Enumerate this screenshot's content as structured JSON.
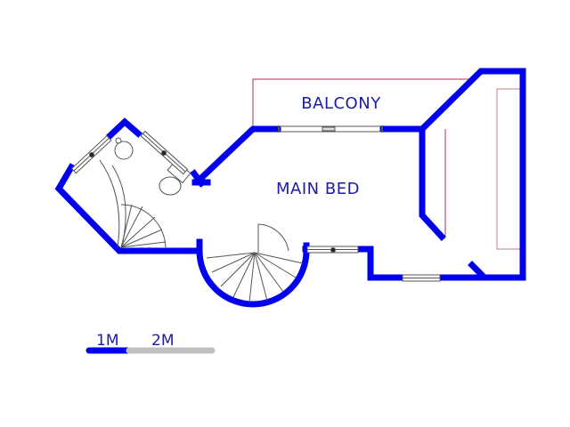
{
  "plan": {
    "rooms": [
      {
        "id": "balcony",
        "label": "BALCONY"
      },
      {
        "id": "main-bed",
        "label": "MAIN BED"
      }
    ],
    "scale_bar": {
      "labels": [
        "1M",
        "2M"
      ]
    },
    "colors": {
      "wall": "#0000ee",
      "label": "#1c1ca8",
      "fixture_line": "#555555",
      "balcony_outline": "#b03050",
      "scale_grey": "#c0c0c0"
    }
  }
}
